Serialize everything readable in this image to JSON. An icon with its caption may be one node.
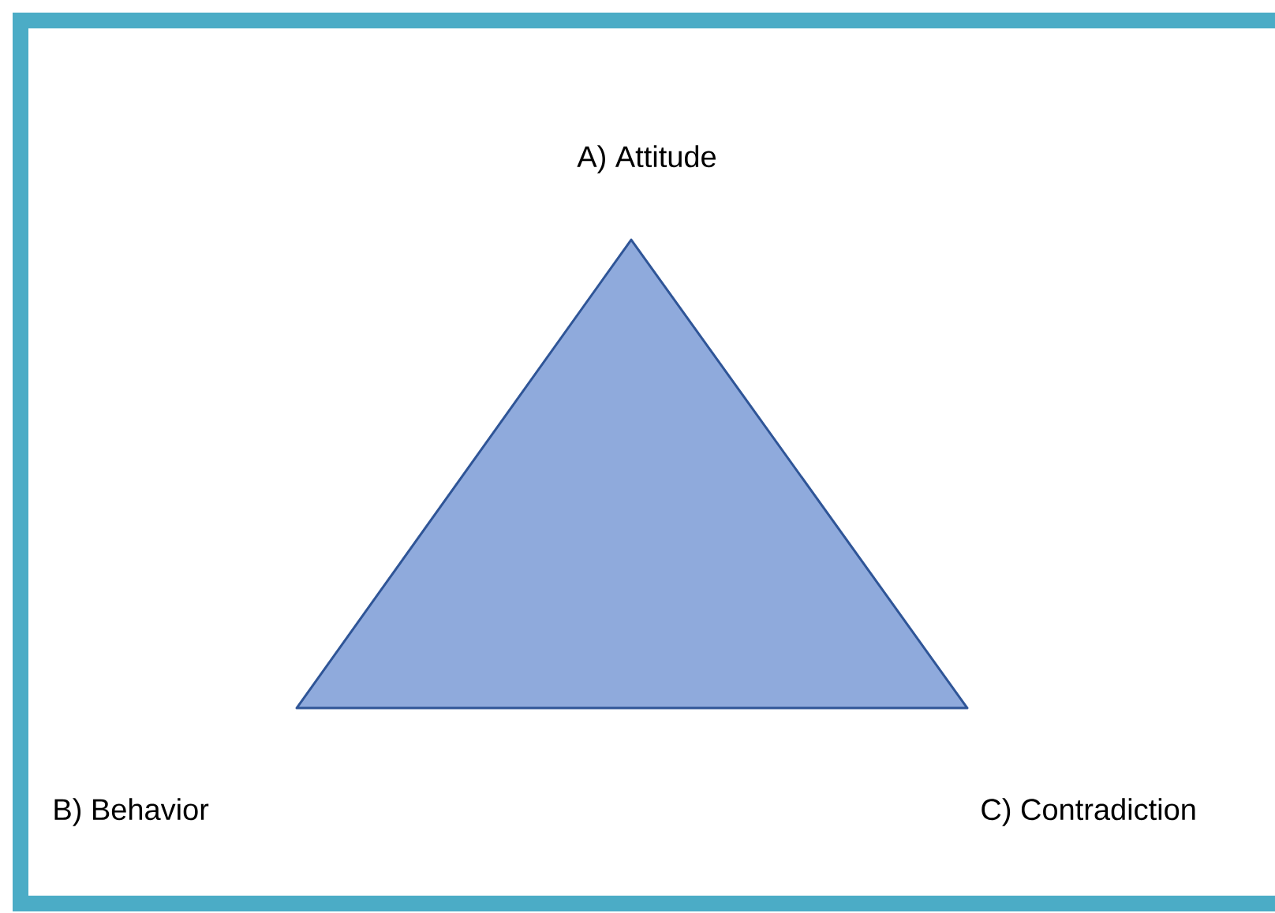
{
  "diagram": {
    "labels": [
      "A) Attitude",
      "B) Behavior",
      "C) Contradiction"
    ]
  }
}
